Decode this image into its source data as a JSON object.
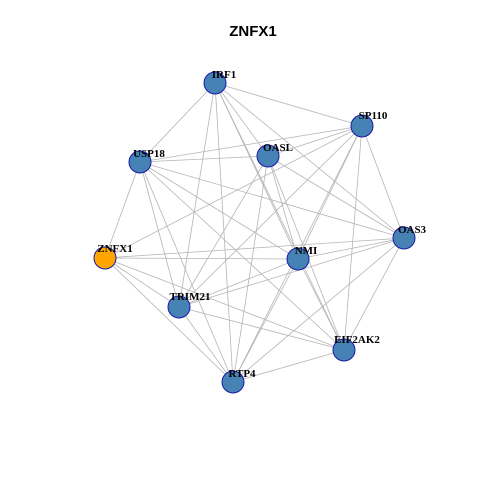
{
  "title": "ZNFX1",
  "colors": {
    "focus": "#FFA500",
    "default": "#4682B4",
    "border": "#1A1AA8",
    "edge": "#B5B5B5"
  },
  "nodes": [
    {
      "id": "IRF1",
      "label": "IRF1",
      "role": "default"
    },
    {
      "id": "SP110",
      "label": "SP110",
      "role": "default"
    },
    {
      "id": "USP18",
      "label": "USP18",
      "role": "default"
    },
    {
      "id": "OASL",
      "label": "OASL",
      "role": "default"
    },
    {
      "id": "ZNFX1",
      "label": "ZNFX1",
      "role": "focus"
    },
    {
      "id": "NMI",
      "label": "NMI",
      "role": "default"
    },
    {
      "id": "OAS3",
      "label": "OAS3",
      "role": "default"
    },
    {
      "id": "TRIM21",
      "label": "TRIM21",
      "role": "default"
    },
    {
      "id": "EIF2AK2",
      "label": "EIF2AK2",
      "role": "default"
    },
    {
      "id": "RTP4",
      "label": "RTP4",
      "role": "default"
    }
  ],
  "edges": [
    [
      "IRF1",
      "SP110"
    ],
    [
      "IRF1",
      "USP18"
    ],
    [
      "IRF1",
      "OASL"
    ],
    [
      "IRF1",
      "NMI"
    ],
    [
      "IRF1",
      "OAS3"
    ],
    [
      "IRF1",
      "TRIM21"
    ],
    [
      "IRF1",
      "EIF2AK2"
    ],
    [
      "IRF1",
      "RTP4"
    ],
    [
      "SP110",
      "USP18"
    ],
    [
      "SP110",
      "OASL"
    ],
    [
      "SP110",
      "NMI"
    ],
    [
      "SP110",
      "OAS3"
    ],
    [
      "SP110",
      "TRIM21"
    ],
    [
      "SP110",
      "EIF2AK2"
    ],
    [
      "SP110",
      "RTP4"
    ],
    [
      "SP110",
      "ZNFX1"
    ],
    [
      "USP18",
      "OASL"
    ],
    [
      "USP18",
      "ZNFX1"
    ],
    [
      "USP18",
      "NMI"
    ],
    [
      "USP18",
      "OAS3"
    ],
    [
      "USP18",
      "TRIM21"
    ],
    [
      "USP18",
      "EIF2AK2"
    ],
    [
      "USP18",
      "RTP4"
    ],
    [
      "OASL",
      "NMI"
    ],
    [
      "OASL",
      "OAS3"
    ],
    [
      "OASL",
      "TRIM21"
    ],
    [
      "OASL",
      "EIF2AK2"
    ],
    [
      "OASL",
      "RTP4"
    ],
    [
      "ZNFX1",
      "NMI"
    ],
    [
      "ZNFX1",
      "OAS3"
    ],
    [
      "ZNFX1",
      "TRIM21"
    ],
    [
      "ZNFX1",
      "EIF2AK2"
    ],
    [
      "ZNFX1",
      "RTP4"
    ],
    [
      "NMI",
      "OAS3"
    ],
    [
      "NMI",
      "TRIM21"
    ],
    [
      "NMI",
      "EIF2AK2"
    ],
    [
      "NMI",
      "RTP4"
    ],
    [
      "OAS3",
      "TRIM21"
    ],
    [
      "OAS3",
      "EIF2AK2"
    ],
    [
      "OAS3",
      "RTP4"
    ],
    [
      "TRIM21",
      "EIF2AK2"
    ],
    [
      "TRIM21",
      "RTP4"
    ],
    [
      "EIF2AK2",
      "RTP4"
    ]
  ]
}
